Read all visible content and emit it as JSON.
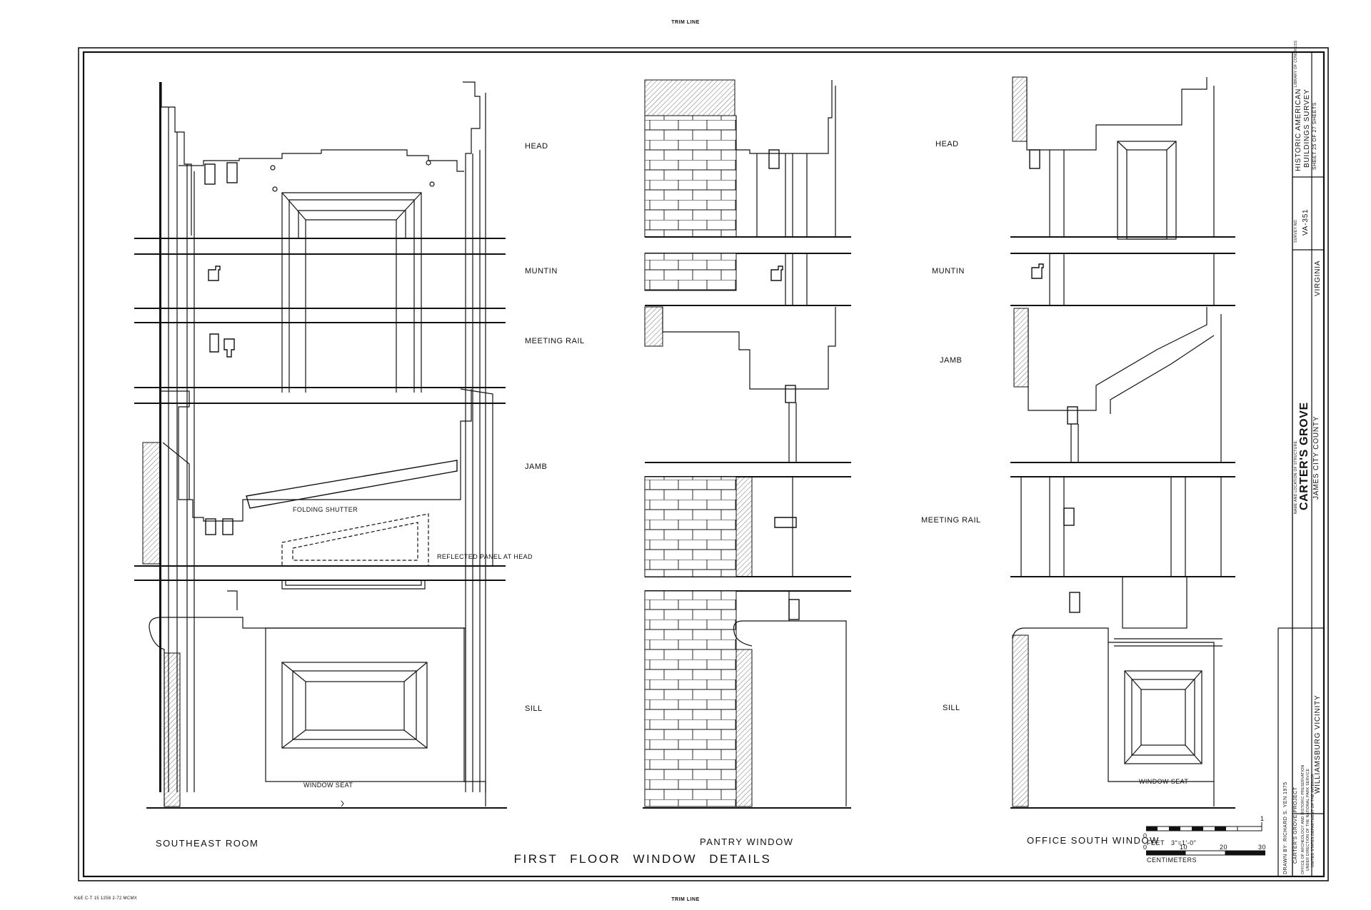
{
  "trim_line_top": "TRIM LINE",
  "trim_line_bottom": "TRIM LINE",
  "print_code": "K&E C-T 15 1258 2-72 MCMX",
  "sheet_title": "FIRST FLOOR WINDOW DETAILS",
  "details": [
    {
      "caption": "SOUTHEAST ROOM",
      "labels": [
        "HEAD",
        "MUNTIN",
        "MEETING RAIL",
        "JAMB",
        "SILL"
      ],
      "notes": [
        "FOLDING SHUTTER",
        "REFLECTED PANEL AT HEAD",
        "WINDOW SEAT"
      ]
    },
    {
      "caption": "PANTRY WINDOW",
      "labels": [
        "HEAD",
        "MUNTIN",
        "JAMB",
        "MEETING RAIL",
        "SILL"
      ],
      "notes": []
    },
    {
      "caption": "OFFICE SOUTH WINDOW",
      "labels": [],
      "notes": [
        "WINDOW SEAT"
      ]
    }
  ],
  "scale": {
    "feet_label": "FEET",
    "feet_ratio": "3\"=1'-0\"",
    "feet_ticks": [
      "0",
      "1"
    ],
    "cm_label": "CENTIMETERS",
    "cm_ticks": [
      "0",
      "10",
      "20",
      "30"
    ]
  },
  "title_block": {
    "drawn_by": "DRAWN BY:  RICHARD  S. YEN  1975",
    "project": "CARTER'S GROVE PROJECT",
    "office_lines": [
      "OFFICE OF ARCHEOLOGY AND HISTORIC PRESERVATION",
      "UNDER DIRECTION OF THE NATIONAL PARK SERVICE",
      "UNITED STATES DEPARTMENT OF THE INTERIOR"
    ],
    "name_location_label": "NAME AND LOCATION OF STRUCTURE:",
    "structure_name": "CARTER'S GROVE",
    "county": "JAMES  CITY  COUNTY",
    "vicinity": "WILLIAMSBURG  VICINITY",
    "state": "VIRGINIA",
    "survey_no_label": "SURVEY NO.",
    "survey_no": "VA-351",
    "agency_line1": "HISTORIC AMERICAN",
    "agency_line2": "BUILDINGS SURVEY",
    "sheet_of": "SHEET 25  OF 27  SHEETS",
    "library_note": "LIBRARY OF CONGRESS"
  }
}
